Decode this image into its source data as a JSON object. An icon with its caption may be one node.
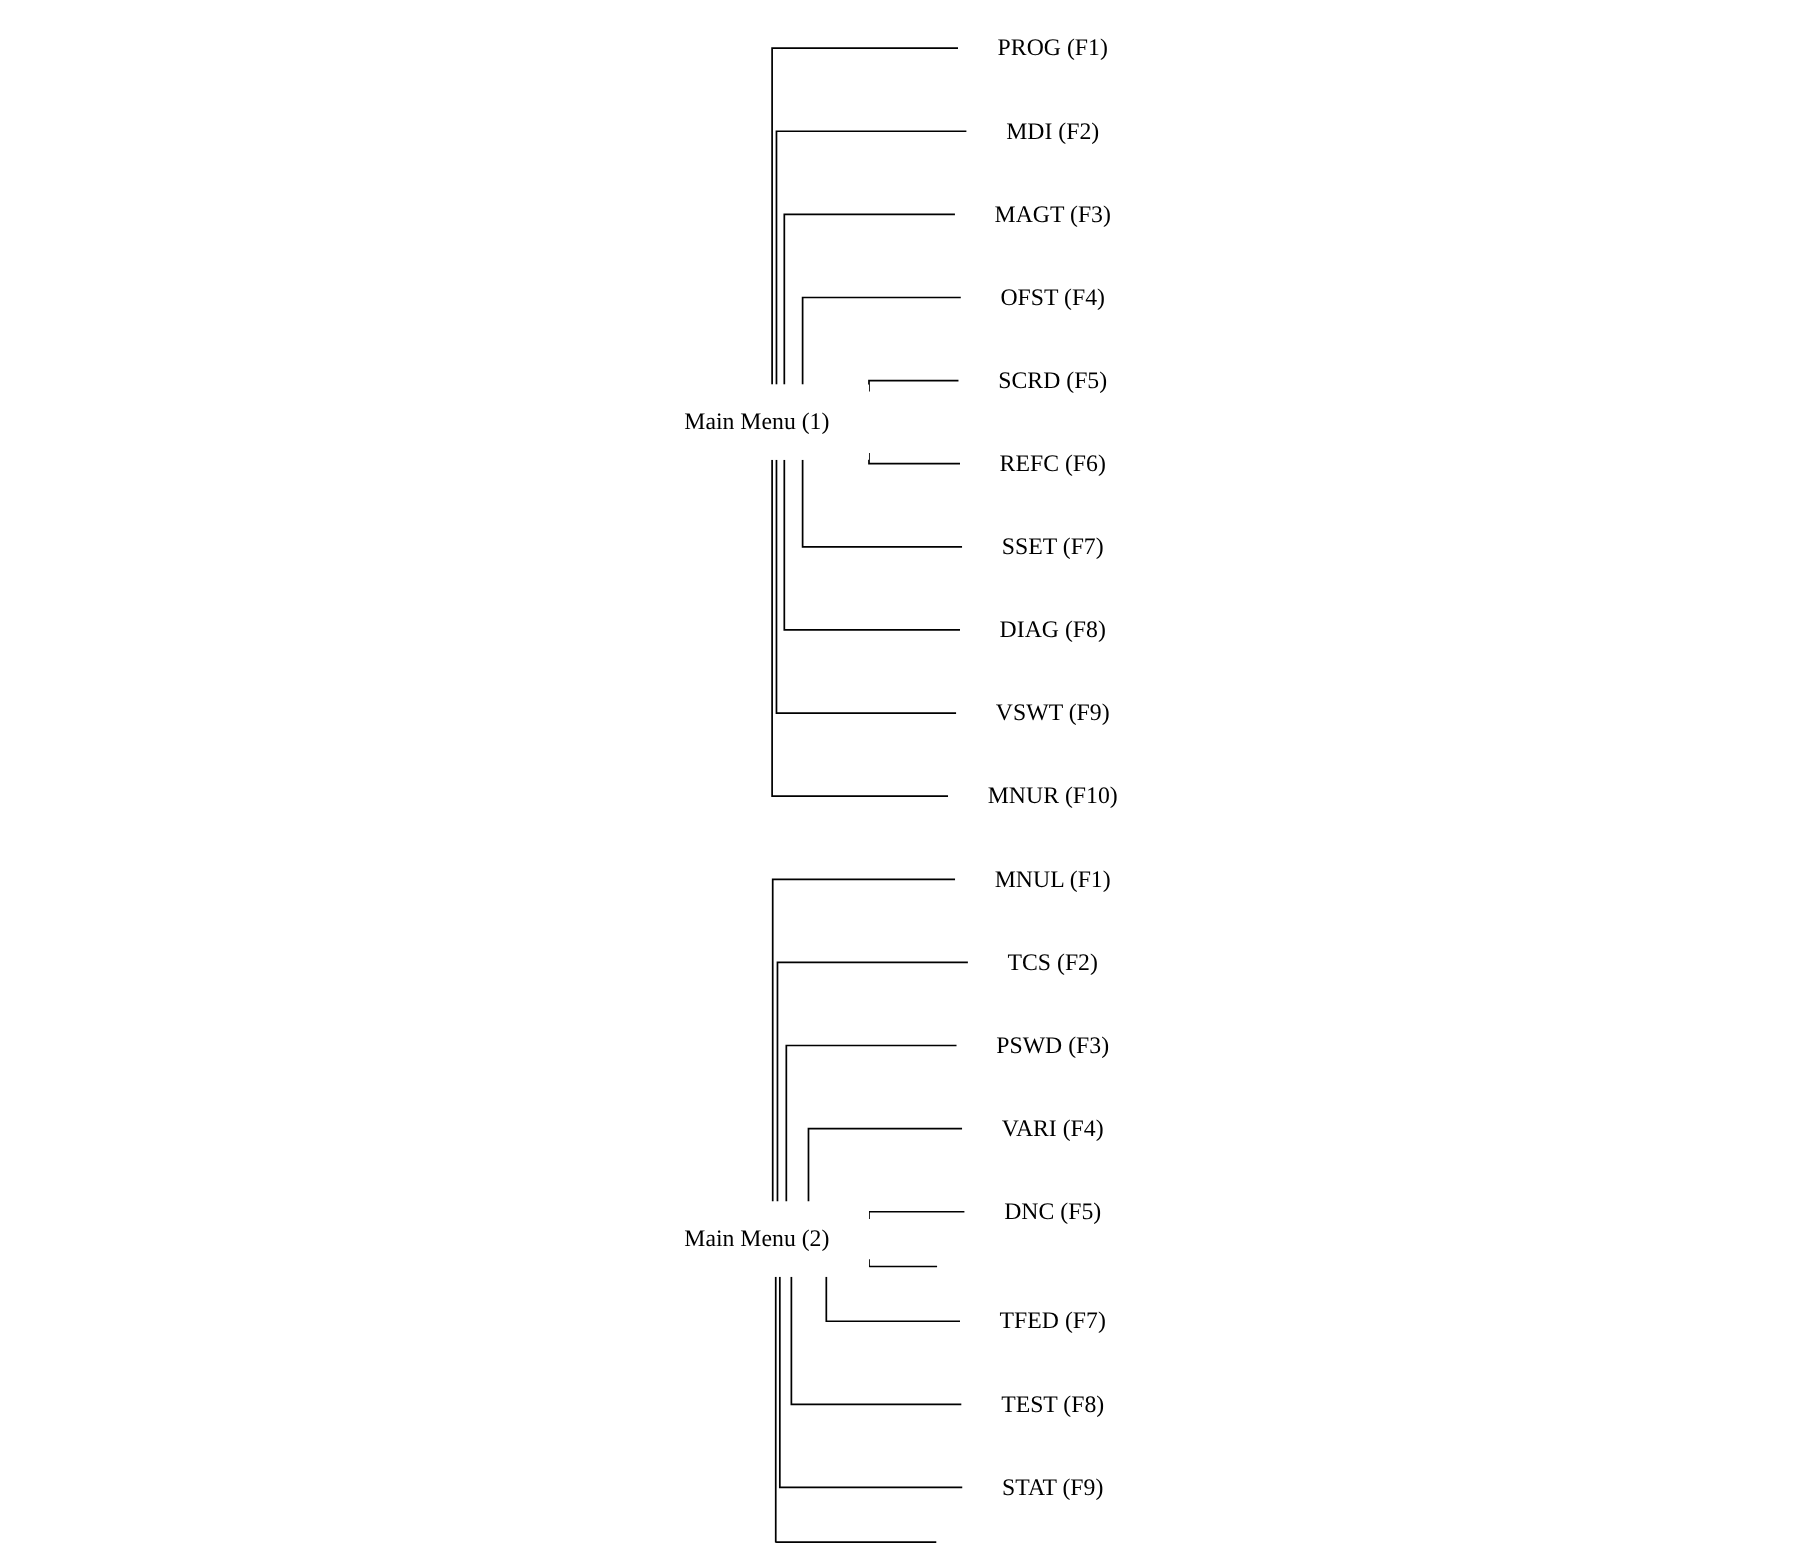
{
  "diagram": {
    "nodes": [
      {
        "text": [
          "Main Menu (1)"
        ]
      },
      {
        "text": [
          "PROG (F1)"
        ]
      },
      {
        "text": [
          "MDI (F2)"
        ]
      },
      {
        "text": [
          "MAGT (F3)"
        ]
      },
      {
        "text": [
          "OFST (F4)"
        ]
      },
      {
        "text": [
          "SCRD (F5)"
        ]
      },
      {
        "text": [
          "REFC (F6)"
        ]
      },
      {
        "text": [
          "SSET (F7)"
        ]
      },
      {
        "text": [
          "DIAG (F8)"
        ]
      },
      {
        "text": [
          "VSWT (F9)"
        ]
      },
      {
        "text": [
          "MNUR (F10)"
        ]
      },
      {
        "text": [
          "Main Menu (2)"
        ]
      },
      {
        "text": [
          "MNUL (F1)"
        ]
      },
      {
        "text": [
          "TCS (F2)"
        ]
      },
      {
        "text": [
          "PSWD (F3)"
        ]
      },
      {
        "text": [
          "VARI (F4)"
        ]
      },
      {
        "text": [
          "DNC (F5)"
        ]
      },
      {
        "text": [
          "TFED (F7)"
        ]
      },
      {
        "text": [
          "TEST (F8)"
        ]
      },
      {
        "text": [
          "STAT (F9)"
        ]
      }
    ],
    "edges": [
      {
        "from": 0,
        "to": 1,
        "arrow": "none"
      },
      {
        "from": 0,
        "to": 2,
        "arrow": "none"
      },
      {
        "from": 0,
        "to": 3,
        "arrow": "none"
      },
      {
        "from": 0,
        "to": 4,
        "arrow": "none"
      },
      {
        "from": 0,
        "to": 5,
        "arrow": "none"
      },
      {
        "from": 0,
        "to": 6,
        "arrow": "none"
      },
      {
        "from": 0,
        "to": 7,
        "arrow": "none"
      },
      {
        "from": 0,
        "to": 8,
        "arrow": "none"
      },
      {
        "from": 0,
        "to": 9,
        "arrow": "none"
      },
      {
        "from": 0,
        "to": 10,
        "arrow": "none"
      },
      {
        "from": 11,
        "to": 12,
        "arrow": "none"
      },
      {
        "from": 11,
        "to": 13,
        "arrow": "none"
      },
      {
        "from": 11,
        "to": 14,
        "arrow": "none"
      },
      {
        "from": 11,
        "to": 15,
        "arrow": "none"
      },
      {
        "from": 11,
        "to": 16,
        "arrow": "none"
      },
      {
        "from": 11,
        "to": null,
        "arrow": "none"
      },
      {
        "from": 11,
        "to": 17,
        "arrow": "none"
      },
      {
        "from": 11,
        "to": 18,
        "arrow": "none"
      },
      {
        "from": 11,
        "to": 19,
        "arrow": "none"
      },
      {
        "from": 11,
        "to": null,
        "arrow": "none"
      }
    ]
  }
}
